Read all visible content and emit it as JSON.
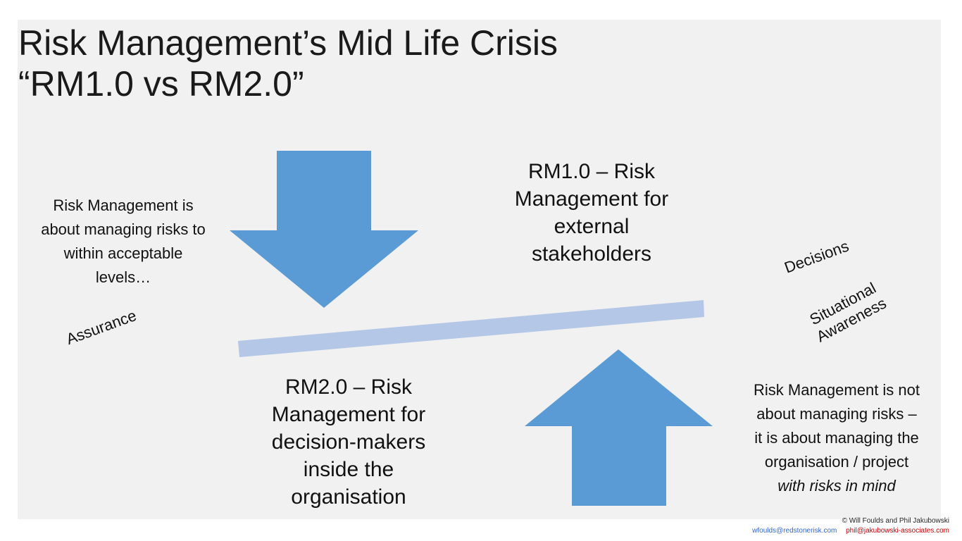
{
  "slide": {
    "title_line1": "Risk Management’s Mid Life Crisis",
    "title_line2": "“RM1.0 vs RM2.0”"
  },
  "left_text": {
    "line1": "Risk Management is",
    "line2": "about managing risks to",
    "line3": "within acceptable",
    "line4": "levels…"
  },
  "rm1": {
    "line1": "RM1.0 – Risk",
    "line2": "Management for",
    "line3": "external",
    "line4": "stakeholders"
  },
  "rm2": {
    "line1": "RM2.0 – Risk",
    "line2": "Management for",
    "line3": "decision-makers",
    "line4": "inside the",
    "line5": "organisation"
  },
  "right_text": {
    "line1": "Risk Management is not",
    "line2": "about managing risks –",
    "line3": "it is about managing the",
    "line4": "organisation / project",
    "line5": "with risks in mind"
  },
  "labels": {
    "assurance": "Assurance",
    "decisions": "Decisions",
    "situational_line1": "Situational",
    "situational_line2": "Awareness"
  },
  "footer": {
    "copyright": "© Will Foulds and Phil Jakubowski",
    "email1": "wfoulds@redstonerisk.com",
    "email2": "phil@jakubowski-associates.com"
  },
  "colors": {
    "panel_background": "#f1f1f1",
    "arrow_fill": "#5b9bd5",
    "beam_fill": "#b4c7e7",
    "email1_color": "#3366cc",
    "email2_color": "#cc0000"
  },
  "icons": {
    "down_arrow": "arrow-down-icon",
    "up_arrow": "arrow-up-icon",
    "beam": "balance-beam"
  }
}
